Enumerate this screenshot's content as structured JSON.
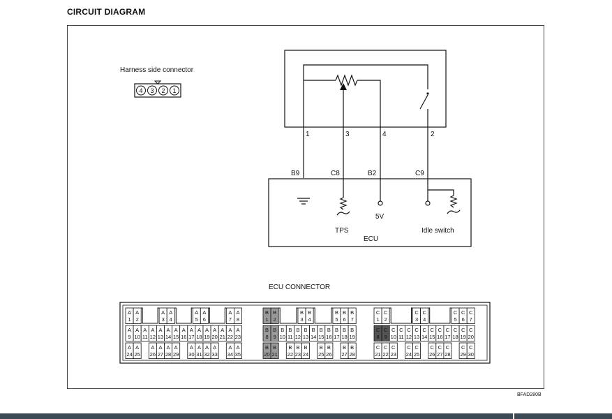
{
  "title": "CIRCUIT DIAGRAM",
  "harness": {
    "label": "Harness side connector",
    "pins": [
      "4",
      "3",
      "2",
      "1"
    ]
  },
  "sensor_pins": [
    "1",
    "3",
    "4",
    "2"
  ],
  "ecu_terminals": [
    "B9",
    "C8",
    "B2",
    "C9"
  ],
  "ecu_labels": {
    "ecu": "ECU",
    "tps": "TPS",
    "five_v": "5V",
    "idle_switch": "Idle switch"
  },
  "ecu_connector": {
    "label": "ECU CONNECTOR",
    "groups": [
      {
        "letter": "A",
        "top": [
          [
            "1",
            "2"
          ],
          [
            "3",
            "4"
          ],
          [
            "5",
            "6"
          ],
          [
            "7",
            "8"
          ]
        ],
        "middle": [
          "9",
          "10",
          "11",
          "12",
          "13",
          "14",
          "15",
          "16",
          "17",
          "18",
          "19",
          "20",
          "21",
          "22",
          "23"
        ],
        "bottom": [
          [
            "24",
            "25"
          ],
          [
            "26",
            "27",
            "28",
            "29"
          ],
          [
            "30",
            "31",
            "32",
            "33"
          ],
          [
            "34",
            "35"
          ]
        ]
      },
      {
        "letter": "B",
        "top": [
          [
            "1",
            "2"
          ],
          [
            "3",
            "4"
          ],
          [
            "5",
            "6",
            "7"
          ]
        ],
        "middle": [
          "8",
          "9",
          "10",
          "11",
          "12",
          "13",
          "14",
          "15",
          "16",
          "17",
          "18",
          "19"
        ],
        "bottom": [
          [
            "20",
            "21"
          ],
          [
            "22",
            "23",
            "24"
          ],
          [
            "25",
            "26"
          ],
          [
            "27",
            "28"
          ]
        ]
      },
      {
        "letter": "C",
        "top": [
          [
            "1",
            "2"
          ],
          [
            "3",
            "4"
          ],
          [
            "5",
            "6",
            "7"
          ]
        ],
        "middle": [
          "8",
          "9",
          "10",
          "11",
          "12",
          "13",
          "14",
          "15",
          "16",
          "17",
          "18",
          "19",
          "20"
        ],
        "bottom": [
          [
            "21",
            "22",
            "23"
          ],
          [
            "24",
            "25"
          ],
          [
            "26",
            "27",
            "28"
          ],
          [
            "29",
            "30"
          ]
        ]
      }
    ]
  },
  "figure_code": "BFAD280B"
}
